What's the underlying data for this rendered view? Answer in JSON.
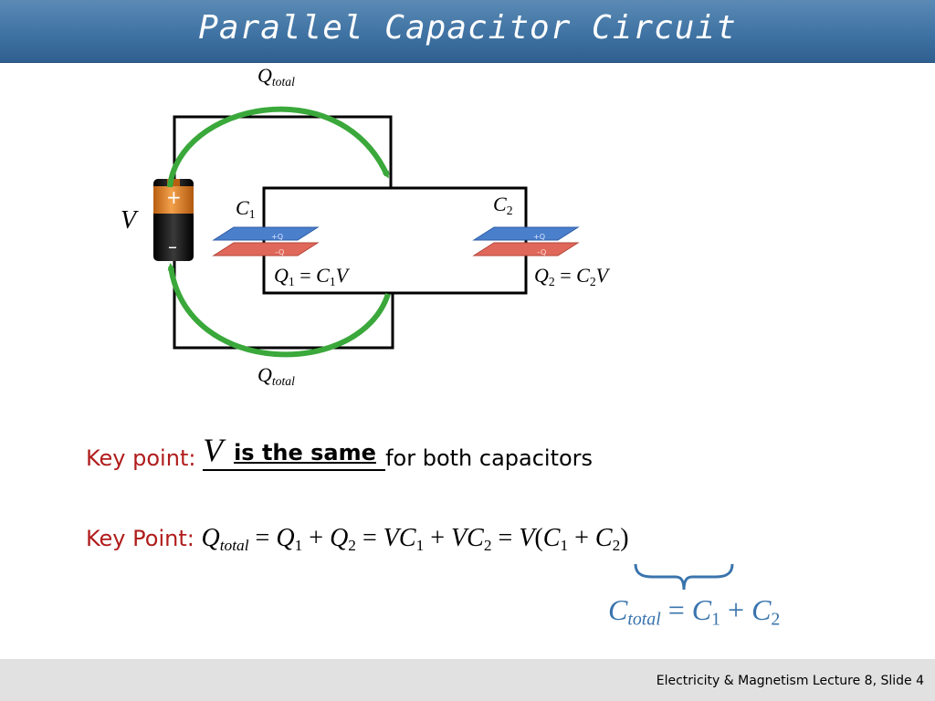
{
  "slide": {
    "title": "Parallel Capacitor Circuit",
    "footer": "Electricity & Magnetism  Lecture 8, Slide 4"
  },
  "circuit": {
    "q_symbol": "Q",
    "q_total_sub": "total",
    "battery_voltage": "V",
    "battery_plus": "+",
    "battery_minus": "–",
    "c_symbol": "C",
    "c1_sub": "1",
    "c2_sub": "2",
    "plate_plus": "+Q",
    "plate_minus": "–Q",
    "q1_eq": {
      "lhs": "Q",
      "lhs_sub": "1",
      "rhs": "C",
      "rhs_sub": "1",
      "tail": "V"
    },
    "q2_eq": {
      "lhs": "Q",
      "lhs_sub": "2",
      "rhs": "C",
      "rhs_sub": "2",
      "tail": "V"
    },
    "colors": {
      "arrow": "#3aa83a",
      "plate_top": "#4a7fcc",
      "plate_bottom": "#e0685a",
      "battery_top": "#e7892c",
      "battery_body": "#1a1a1a",
      "wire": "#000000"
    }
  },
  "key_points": {
    "kp1_label": "Key point:",
    "kp1_var": "V",
    "kp1_blank": "is the same",
    "kp1_tail": "for both capacitors",
    "kp2_label": "Key Point:",
    "kp2_eq": {
      "q": "Q",
      "total": "total",
      "eq": "=",
      "q1": "Q",
      "s1": "1",
      "plus": "+",
      "q2": "Q",
      "s2": "2",
      "vc1": "VC",
      "vc2": "VC",
      "v": "V",
      "lp": "(",
      "c1": "C",
      "c2": "C",
      "rp": ")"
    },
    "result": {
      "c": "C",
      "total": "total",
      "eq": "=",
      "c1": "C",
      "s1": "1",
      "plus": "+",
      "c2": "C",
      "s2": "2"
    },
    "brace_color": "#3a74ad"
  }
}
